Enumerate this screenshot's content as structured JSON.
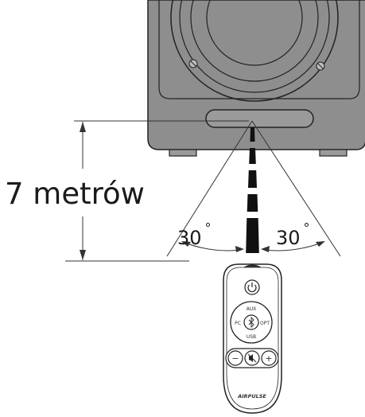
{
  "distance": {
    "label": "7 metrów"
  },
  "angles": {
    "left": "30",
    "right": "30",
    "unit_symbol": "°"
  },
  "remote": {
    "buttons": {
      "aux": "AUX",
      "pc": "PC",
      "opt": "OPT",
      "usb": "USB",
      "minus": "−",
      "plus": "+"
    },
    "brand": "AIRPULSE"
  },
  "icons": {
    "power": "power-icon",
    "bluetooth": "bluetooth-icon",
    "mute": "mute-icon"
  }
}
